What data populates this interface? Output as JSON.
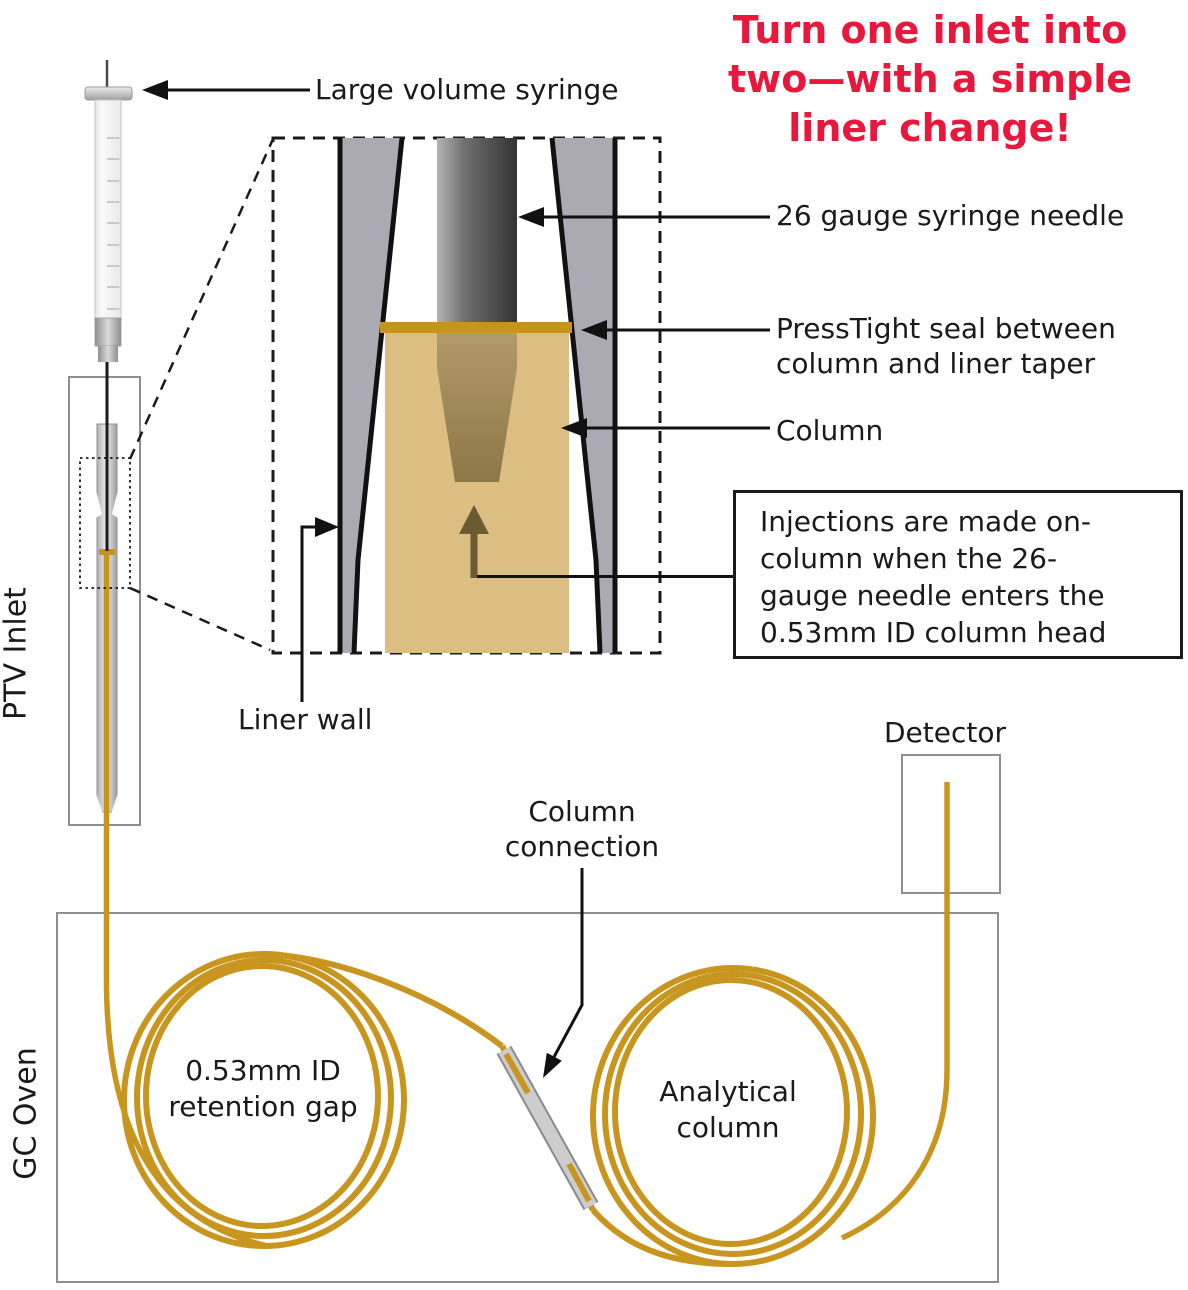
{
  "headline": {
    "lines": [
      "Turn one inlet into",
      "two—with a simple",
      "liner change!"
    ],
    "color": "#e8173c"
  },
  "callouts": {
    "large_volume_syringe": "Large volume syringe",
    "syringe_needle": "26 gauge syringe needle",
    "presstight_seal_lines": [
      "PressTight seal between",
      "column and liner taper"
    ],
    "column": "Column",
    "injection_note_lines": [
      "Injections are made on-",
      "column when the 26-",
      "gauge needle enters the",
      "0.53mm ID column head"
    ],
    "liner_wall": "Liner wall",
    "column_connection_lines": [
      "Column",
      "connection"
    ],
    "detector": "Detector"
  },
  "sections": {
    "ptv_inlet": "PTV Inlet",
    "gc_oven": "GC Oven"
  },
  "oven_labels": {
    "retention_gap_lines": [
      "0.53mm ID",
      "retention gap"
    ],
    "analytical_column_lines": [
      "Analytical",
      "column"
    ]
  },
  "colors": {
    "accent_red": "#e8173c",
    "tubing_gold": "#c8961e",
    "seal_gold": "#c6931f",
    "column_tan": "#ddbe82",
    "liner_gray": "#abaab3",
    "needle_dark": "#3a3a3a",
    "box_gray": "#8d8d97"
  }
}
